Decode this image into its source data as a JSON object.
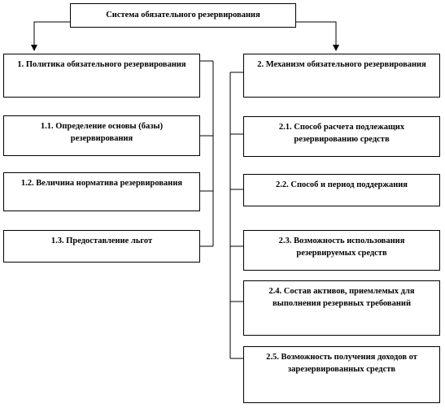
{
  "root": {
    "label": "Система обязательного резервирования"
  },
  "left": {
    "main": "1. Политика обязательного резервирования",
    "items": [
      "1.1. Определение основы (базы) резервирования",
      "1.2. Величина норматива резервирования",
      "1.3. Предоставление льгот"
    ]
  },
  "right": {
    "main": "2. Механизм обязательного резервирования",
    "items": [
      "2.1. Способ расчета подлежащих резервированию средств",
      "2.2. Способ и период поддержания",
      "2.3. Возможность использования резервируемых средств",
      "2.4. Состав активов, приемлемых для выполнения резервных требований",
      "2.5. Возможность получения доходов от зарезервированных средств"
    ]
  }
}
